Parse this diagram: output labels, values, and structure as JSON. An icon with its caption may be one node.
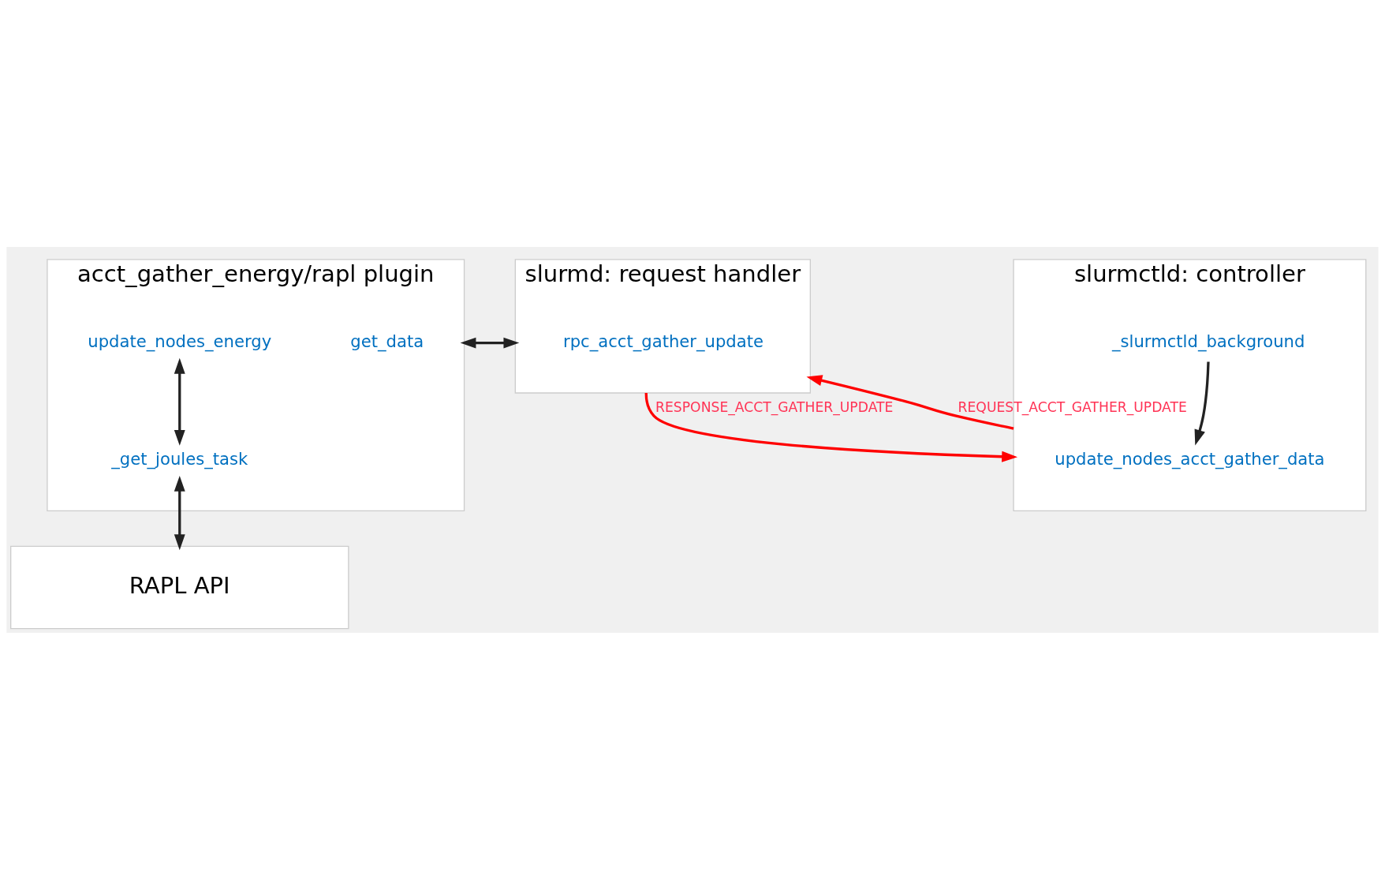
{
  "diagram": {
    "nodes": [
      {
        "text": [
          "acct_gather_energy/rapl plugin"
        ]
      },
      {
        "text": [
          "get_data"
        ],
        "in": 0
      },
      {
        "text": [
          "update_nodes_energy"
        ],
        "in": 0
      },
      {
        "text": [
          "_get_joules_task"
        ],
        "in": 0
      },
      {
        "text": [
          "slurmd: request handler"
        ]
      },
      {
        "text": [
          "rpc_acct_gather_update"
        ],
        "in": 4
      },
      {
        "text": [
          "slurmctld: controller"
        ]
      },
      {
        "text": [
          "update_nodes_acct_gather_data"
        ],
        "in": 6
      },
      {
        "text": [
          "_slurmctld_background"
        ],
        "in": 6
      },
      {
        "text": [
          "RAPL API"
        ]
      }
    ],
    "edges": [
      {
        "from": 0,
        "to": 4,
        "arrow": "both"
      },
      {
        "from": 2,
        "to": 3,
        "arrow": "both"
      },
      {
        "from": 3,
        "to": 9,
        "arrow": "both"
      },
      {
        "from": 4,
        "to": 6,
        "arrow": "to",
        "label": "RESPONSE_ACCT_GATHER_UPDATE",
        "color": "#ff0000"
      },
      {
        "from": 6,
        "to": 4,
        "arrow": "to",
        "label": "REQUEST_ACCT_GATHER_UPDATE",
        "color": "#ff0000"
      },
      {
        "from": 8,
        "to": 7,
        "arrow": "to"
      }
    ]
  }
}
